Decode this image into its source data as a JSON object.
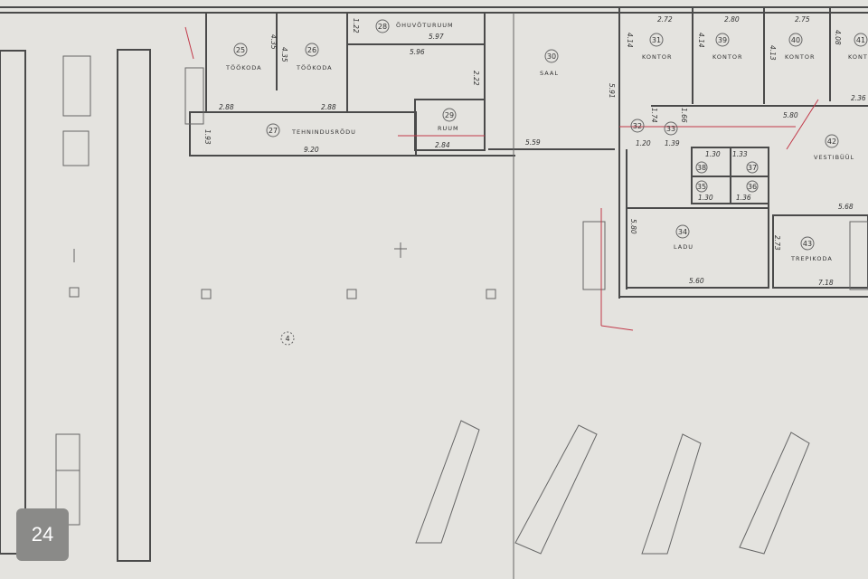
{
  "plan": {
    "header_text": "...",
    "rooms": [
      {
        "no": "25",
        "name": "TÖÖKODA"
      },
      {
        "no": "26",
        "name": "TÖÖKODA"
      },
      {
        "no": "27",
        "name": "TEHNINDUSRÕDU"
      },
      {
        "no": "28",
        "name": "ÕHUVÕTURUUM"
      },
      {
        "no": "29",
        "name": "RUUM"
      },
      {
        "no": "30",
        "name": "SAAL"
      },
      {
        "no": "31",
        "name": "KONTOR"
      },
      {
        "no": "39",
        "name": "KONTOR"
      },
      {
        "no": "40",
        "name": "KONTOR"
      },
      {
        "no": "41",
        "name": "KONT"
      },
      {
        "no": "32",
        "name": ""
      },
      {
        "no": "33",
        "name": ""
      },
      {
        "no": "34",
        "name": "LADU"
      },
      {
        "no": "35",
        "name": ""
      },
      {
        "no": "36",
        "name": ""
      },
      {
        "no": "37",
        "name": ""
      },
      {
        "no": "38",
        "name": ""
      },
      {
        "no": "42",
        "name": "VESTIBÜÜL"
      },
      {
        "no": "43",
        "name": "TREPIKODA"
      },
      {
        "no": "4",
        "name": ""
      }
    ],
    "dimensions": [
      "4.35",
      "4.35",
      "2.88",
      "2.88",
      "9.20",
      "1.93",
      "1.22",
      "5.97",
      "5.96",
      "2.22",
      "2.84",
      "5.59",
      "2.72",
      "2.80",
      "2.75",
      "4.08",
      "4.14",
      "4.14",
      "4.13",
      "5.91",
      "2.36",
      "5.80",
      "1.74",
      "1.66",
      "1.20",
      "1.39",
      "1.30",
      "1.33",
      "1.30",
      "1.36",
      "5.68",
      "5.80",
      "5.60",
      "2.73",
      "7.18"
    ]
  },
  "logo": {
    "text": "24"
  }
}
